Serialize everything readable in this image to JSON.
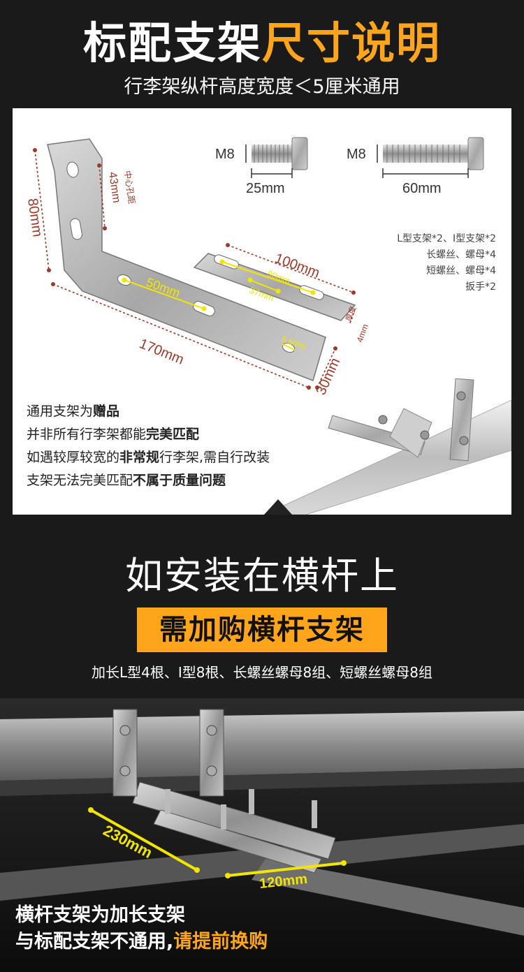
{
  "header": {
    "title_main": "标配支架",
    "title_highlight": "尺寸说明",
    "subtitle": "行李架纵杆高度宽度＜5厘米通用"
  },
  "diagram": {
    "dim_80": "80mm",
    "dim_43": "43mm",
    "dim_43_note": "中心孔距",
    "dim_50": "50mm",
    "dim_170": "170mm",
    "dim_30": "30mm",
    "dim_85": "8.5mm",
    "dim_100": "100mm",
    "dim_90": "90mm",
    "dim_37": "37mm",
    "dim_thick_label": "厚度",
    "dim_thick": "4mm",
    "bolt_short_label": "M8",
    "bolt_short_len": "25mm",
    "bolt_long_label": "M8",
    "bolt_long_len": "60mm"
  },
  "kit_list": [
    "L型支架*2、I型支架*2",
    "长螺丝、螺母*4",
    "短螺丝、螺母*4",
    "扳手*2"
  ],
  "notes": [
    {
      "pre": "通用支架为",
      "bold": "赠品",
      "post": ""
    },
    {
      "pre": "并非所有行李架都能",
      "bold": "完美匹配",
      "post": ""
    },
    {
      "pre": "如遇较厚较宽的",
      "bold": "非常规",
      "post": "行李架,需自行改装"
    },
    {
      "pre": "支架无法完美匹配",
      "bold": "不属于质量问题",
      "post": ""
    }
  ],
  "section2": {
    "title": "如安装在横杆上",
    "badge": "需加购横杆支架",
    "subtitle": "加长L型4根、I型8根、长螺丝螺母8组、短螺丝螺母8组"
  },
  "photo": {
    "dim_230": "230mm",
    "dim_120": "120mm"
  },
  "footer": {
    "line1": "横杆支架为加长支架",
    "line2_pre": "与标配支架不通用,",
    "line2_hl": "请提前换购"
  },
  "colors": {
    "accent": "#ffa51c",
    "dim_red": "#9b3a2a",
    "dim_yellow": "#f2e600"
  }
}
